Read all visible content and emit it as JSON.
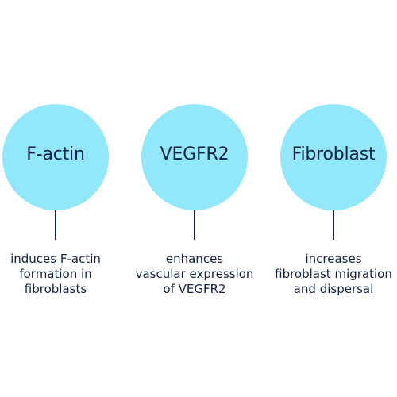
{
  "colors": {
    "circle_fill": "#92e7fb",
    "text": "#0f2141",
    "background": "#ffffff"
  },
  "items": [
    {
      "title": "F-actin",
      "description": [
        "induces F-actin",
        "formation in",
        "fibroblasts"
      ]
    },
    {
      "title": "VEGFR2",
      "description": [
        "enhances",
        "vascular expression",
        "of VEGFR2"
      ]
    },
    {
      "title": "Fibroblast",
      "description": [
        "increases",
        "fibroblast migration",
        "and dispersal"
      ]
    }
  ]
}
